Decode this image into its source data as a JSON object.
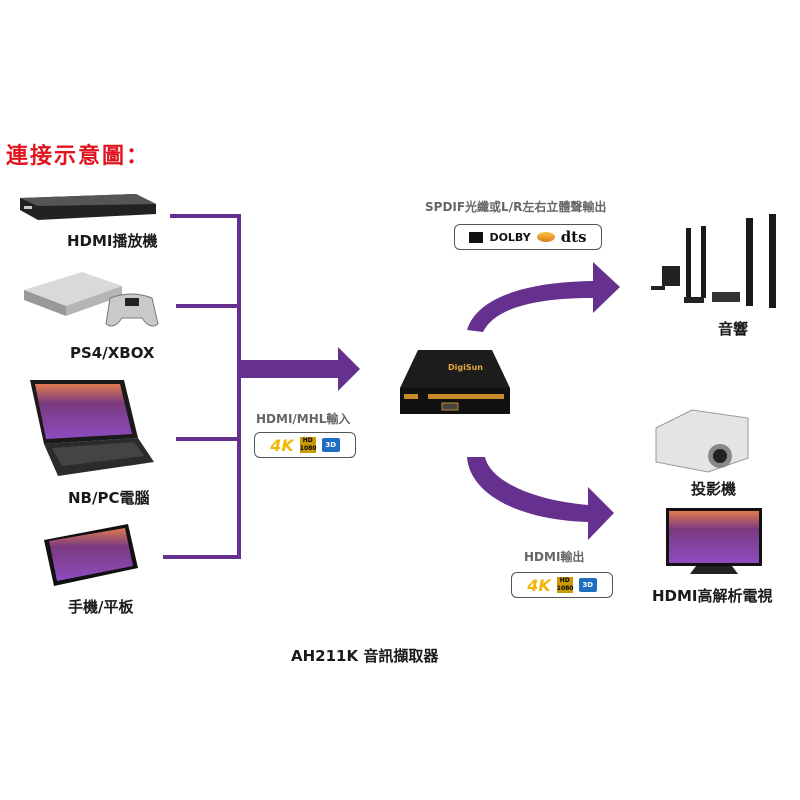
{
  "heading": "連接示意圖：",
  "sources": [
    {
      "label": "HDMI播放機",
      "icon": "blu-ray-player"
    },
    {
      "label": "PS4/XBOX",
      "icon": "game-console"
    },
    {
      "label": "NB/PC電腦",
      "icon": "laptop"
    },
    {
      "label": "手機/平板",
      "icon": "tablet"
    }
  ],
  "input": {
    "label": "HDMI/MHL輸入",
    "badges": [
      "4K",
      "Full HD 1080",
      "3D"
    ]
  },
  "device": {
    "brand": "DigiSun",
    "caption": "AH211K 音訊擷取器"
  },
  "audio_output": {
    "label": "SPDIF光纖或L/R左右立體聲輸出",
    "badges": [
      "DOLBY",
      "dts"
    ],
    "target": "音響"
  },
  "video_output": {
    "label": "HDMI輸出",
    "badges": [
      "4K",
      "Full HD 1080",
      "3D"
    ],
    "targets": [
      "投影機",
      "HDMI高解析電視"
    ]
  },
  "colors": {
    "heading": "#e0141e",
    "connector": "#66308f",
    "badge_4k": "#f2b705",
    "badge_3d": "#1e6fc2"
  }
}
